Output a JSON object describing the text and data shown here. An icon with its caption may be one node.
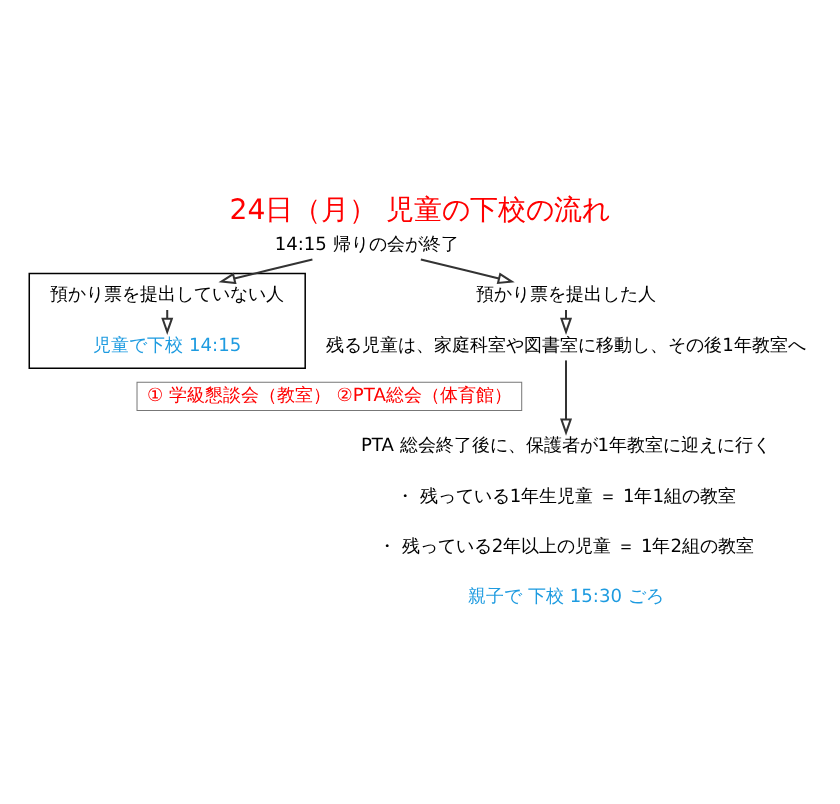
{
  "diagram": {
    "title": "24日（月） 児童の下校の流れ",
    "nodes": [
      {
        "text": [
          "14:15 帰りの会が終了"
        ]
      },
      {
        "text": [
          "預かり票を提出した人"
        ]
      },
      {
        "text": [],
        "shape": "box"
      },
      {
        "text": [
          "預かり票を提出していない人"
        ],
        "in": 2
      },
      {
        "text": [
          "児童で下校 14:15"
        ],
        "in": 2
      },
      {
        "text": [
          "残る児童は、家庭科室や図書室に移動し、その後1年教室へ"
        ]
      },
      {
        "text": [
          "① 学級懇談会（教室） ②PTA総会（体育館）"
        ]
      },
      {
        "text": [
          "PTA 総会終了後に、保護者が1年教室に迎えに行く"
        ]
      }
    ],
    "edges": [
      {
        "from": 0,
        "to": 1,
        "arrow": "to"
      },
      {
        "from": 0,
        "to": 3,
        "arrow": "to"
      },
      {
        "from": 3,
        "to": 4,
        "arrow": "to"
      },
      {
        "from": 1,
        "to": 5,
        "arrow": "to"
      },
      {
        "from": 5,
        "to": 7,
        "arrow": "to"
      }
    ],
    "labels": [
      "・ 残っている1年生児童 ＝ 1年1組の教室",
      "・ 残っている2年以上の児童 ＝ 1年2組の教室",
      "親子で 下校 15:30 ごろ"
    ]
  }
}
